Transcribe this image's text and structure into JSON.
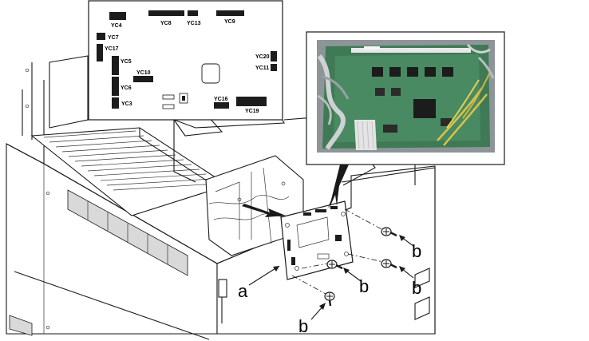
{
  "connectors": [
    {
      "id": "YC4",
      "label": "YC4"
    },
    {
      "id": "YC8",
      "label": "YC8"
    },
    {
      "id": "YC13",
      "label": "YC13"
    },
    {
      "id": "YC9",
      "label": "YC9"
    },
    {
      "id": "YC7",
      "label": "YC7"
    },
    {
      "id": "YC17",
      "label": "YC17"
    },
    {
      "id": "YC5",
      "label": "YC5"
    },
    {
      "id": "YC10",
      "label": "YC10"
    },
    {
      "id": "YC6",
      "label": "YC6"
    },
    {
      "id": "YC3",
      "label": "YC3"
    },
    {
      "id": "YC20",
      "label": "YC20"
    },
    {
      "id": "YC11",
      "label": "YC11"
    },
    {
      "id": "YC16",
      "label": "YC16"
    },
    {
      "id": "YC19",
      "label": "YC19"
    }
  ],
  "callouts": {
    "a": "a",
    "b1": "b",
    "b2": "b",
    "b3": "b",
    "b4": "b"
  },
  "colors": {
    "board_green": "#3f7a55",
    "board_dark": "#2e5c40",
    "cable_yellow": "#d9c24a",
    "chip": "#1c1c1c",
    "line": "#1a1a1a"
  }
}
